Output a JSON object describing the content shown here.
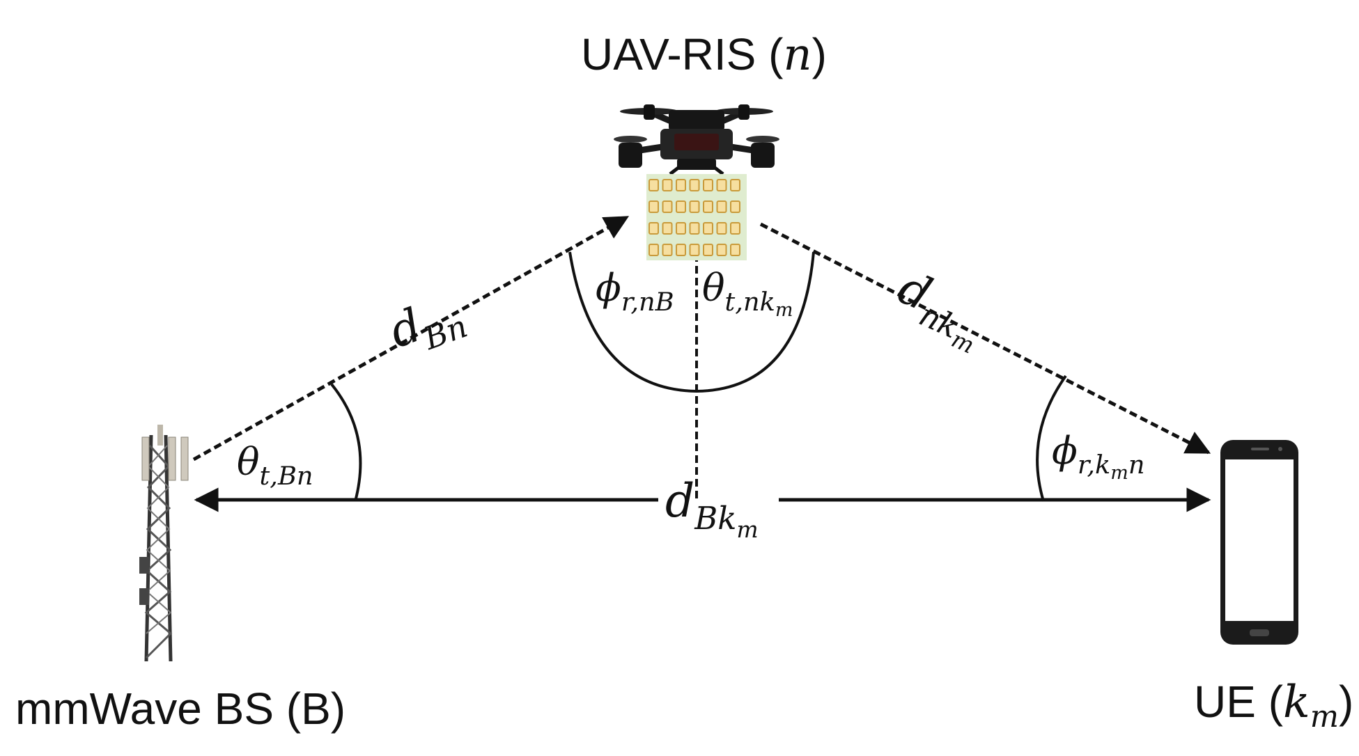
{
  "nodes": {
    "uav": {
      "label": "UAV-RIS (",
      "symbol": "n",
      "close": ")"
    },
    "bs": {
      "label": "mmWave BS (B)"
    },
    "ue": {
      "label": "UE (",
      "symbol": "k",
      "sub": "m",
      "close": ")"
    }
  },
  "distances": {
    "d_Bn": {
      "main": "d",
      "sub": "Bn"
    },
    "d_nkm": {
      "main": "d",
      "sub": "nk",
      "subsub": "m"
    },
    "d_Bkm": {
      "main": "d",
      "sub": "Bk",
      "subsub": "m"
    }
  },
  "angles": {
    "theta_t_Bn": {
      "main": "θ",
      "sub": "t,Bn"
    },
    "phi_r_nB": {
      "main": "ϕ",
      "sub": "r,nB"
    },
    "theta_t_nkm": {
      "main": "θ",
      "sub": "t,nk",
      "subsub": "m"
    },
    "phi_r_kmn": {
      "main": "ϕ",
      "sub": "r,k",
      "subsub": "m",
      "tail": "n"
    }
  },
  "colors": {
    "line": "#111111",
    "ris_panel": "#dfeccf",
    "ris_element": "#f6dfa0",
    "ris_border": "#c99a3a"
  }
}
